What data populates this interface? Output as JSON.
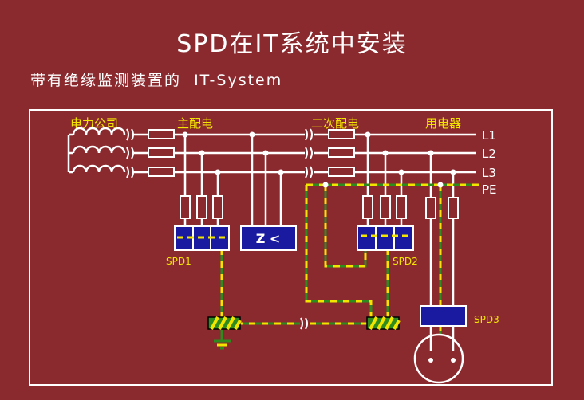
{
  "title": "SPD在IT系统中安装",
  "subtitle": "带有绝缘监测装置的  IT-System",
  "sections": {
    "utility": "电力公司",
    "main_distribution": "主配电",
    "sub_distribution": "二次配电",
    "consumer": "用电器"
  },
  "lines": [
    "L1",
    "L2",
    "L3",
    "PE"
  ],
  "devices": {
    "spd1": "SPD1",
    "spd2": "SPD2",
    "spd3": "SPD3",
    "imd": "Z <"
  },
  "colors": {
    "background": "#8b2a2e",
    "conductor": "#ffffff",
    "label": "#f2e600",
    "device": "#1a1aa0",
    "pe_green": "#2e8b1e",
    "pe_yellow": "#f2e600"
  }
}
